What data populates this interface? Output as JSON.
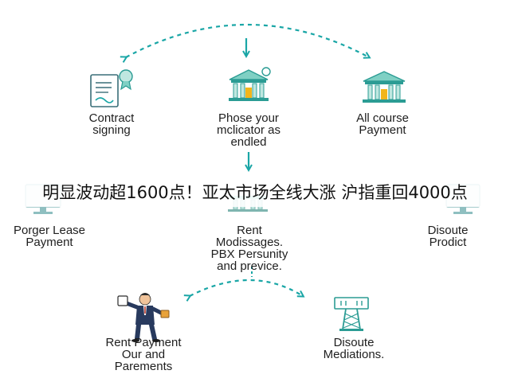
{
  "headline": "明显波动超1600点！亚太市场全线大涨 沪指重回4000点",
  "colors": {
    "accent": "#1aa6a6",
    "building_teal": "#2b9c94",
    "building_roof": "#7fd0c4",
    "door": "#f2b51a",
    "text": "#1e1e1e"
  },
  "nodes": [
    {
      "id": "contract",
      "icon": "contract-icon",
      "lines": [
        "Contract",
        "signing"
      ]
    },
    {
      "id": "phase",
      "icon": "bank-icon",
      "lines": [
        "Phose your",
        "mclicator as",
        "endled"
      ]
    },
    {
      "id": "course",
      "icon": "bank-icon",
      "lines": [
        "All course",
        "Payment"
      ]
    },
    {
      "id": "lease",
      "icon": "monitor-icon",
      "lines": [
        "Porger Lease",
        "Payment"
      ]
    },
    {
      "id": "rent",
      "icon": "bank-icon",
      "lines": [
        "Rent",
        "Modissages.",
        "PBX Persunity",
        "and previce."
      ]
    },
    {
      "id": "dispute-product",
      "icon": "monitor-icon",
      "lines": [
        "Disoute",
        "Prodict"
      ]
    },
    {
      "id": "rent-payment",
      "icon": "businessman-icon",
      "lines": [
        "Rent Payment",
        "Our and",
        "Parements"
      ]
    },
    {
      "id": "mediation",
      "icon": "tower-icon",
      "lines": [
        "Disoute",
        "Mediations."
      ]
    }
  ]
}
